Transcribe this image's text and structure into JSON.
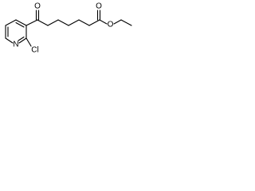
{
  "molecule": {
    "atoms": {
      "N": "N",
      "Cl": "Cl",
      "O_ketone": "O",
      "O_carbonyl": "O",
      "O_ester": "O"
    }
  }
}
